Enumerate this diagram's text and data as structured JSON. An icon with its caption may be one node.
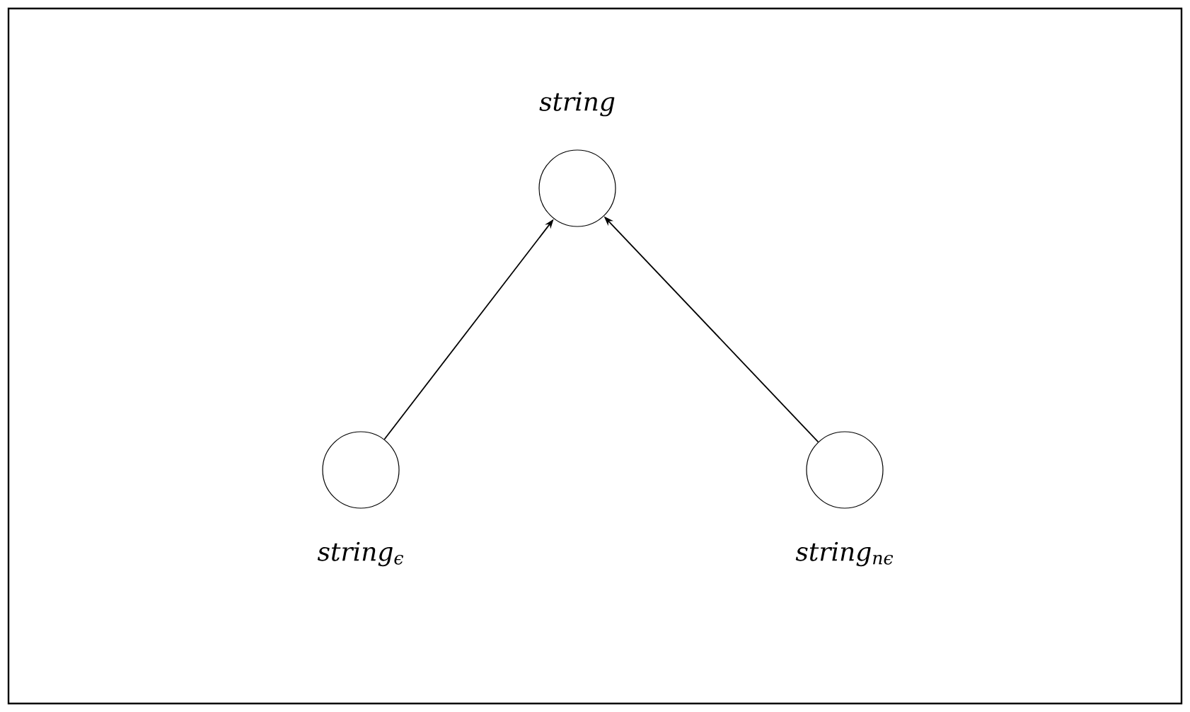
{
  "diagram": {
    "nodes": [
      {
        "text": [
          "string"
        ]
      },
      {
        "text": [
          "string$_{ϵ}$"
        ]
      },
      {
        "text": [
          "string$_{nϵ}$"
        ]
      }
    ],
    "edges": [
      {
        "from": 1,
        "to": 0,
        "arrow": "to"
      },
      {
        "from": 2,
        "to": 0,
        "arrow": "to"
      }
    ]
  }
}
